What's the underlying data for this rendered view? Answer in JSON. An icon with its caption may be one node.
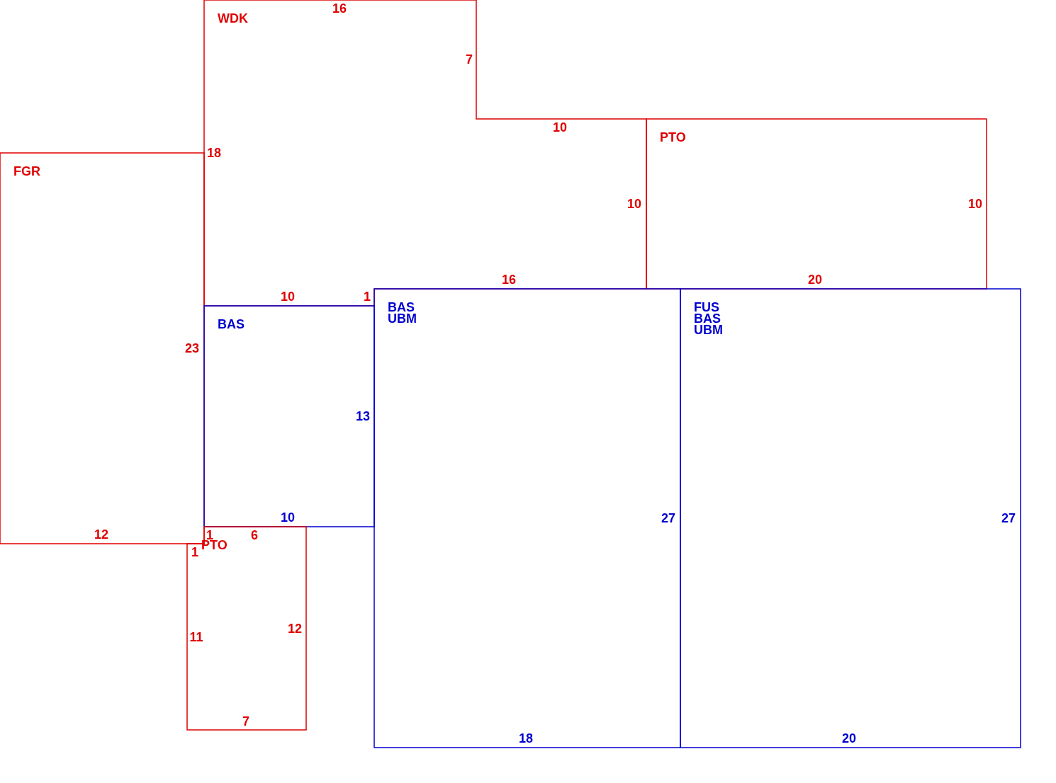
{
  "diagram": {
    "nodes": [
      {
        "text": [
          "WDK"
        ]
      },
      {
        "text": [
          "PTO"
        ]
      },
      {
        "text": [
          "FGR"
        ]
      },
      {
        "text": [
          "BAS"
        ]
      },
      {
        "text": [
          "BAS",
          "UBM"
        ]
      },
      {
        "text": [
          "FUS",
          "BAS",
          "UBM"
        ]
      },
      {
        "text": [
          "PTO"
        ]
      }
    ],
    "labels": [
      "16",
      "7",
      "10",
      "18",
      "10",
      "10",
      "16",
      "20",
      "10",
      "1",
      "23",
      "13",
      "10",
      "27",
      "27",
      "12",
      "1",
      "6",
      "1",
      "12",
      "11",
      "7",
      "18",
      "20"
    ]
  }
}
